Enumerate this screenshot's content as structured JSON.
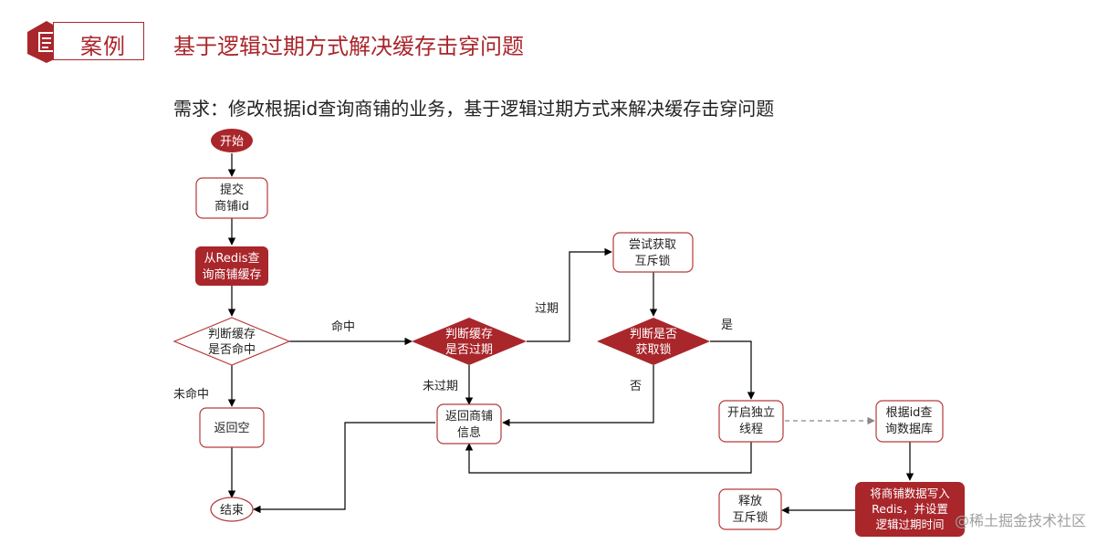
{
  "header": {
    "badge_label": "案例",
    "title": "基于逻辑过期方式解决缓存击穿问题"
  },
  "requirement": "需求：修改根据id查询商铺的业务，基于逻辑过期方式来解决缓存击穿问题",
  "nodes": {
    "start": [
      "开始"
    ],
    "submit": [
      "提交",
      "商铺id"
    ],
    "query_redis": [
      "从Redis查",
      "询商铺缓存"
    ],
    "check_hit": [
      "判断缓存",
      "是否命中"
    ],
    "check_expired": [
      "判断缓存",
      "是否过期"
    ],
    "try_lock": [
      "尝试获取",
      "互斥锁"
    ],
    "check_lock": [
      "判断是否",
      "获取锁"
    ],
    "return_null": [
      "返回空"
    ],
    "return_shop": [
      "返回商铺",
      "信息"
    ],
    "open_thread": [
      "开启独立",
      "线程"
    ],
    "query_db": [
      "根据id查",
      "询数据库"
    ],
    "write_redis": [
      "将商铺数据写入",
      "Redis，并设置",
      "逻辑过期时间"
    ],
    "release_lock": [
      "释放",
      "互斥锁"
    ],
    "end": [
      "结束"
    ]
  },
  "edge_labels": {
    "hit": "命中",
    "miss": "未命中",
    "expired": "过期",
    "not_expired": "未过期",
    "yes": "是",
    "no": "否"
  },
  "colors": {
    "accent": "#a9262b",
    "node_border": "#b83a3a",
    "line": "#000000",
    "dashed_line": "#888888"
  },
  "watermark": "@稀土掘金技术社区"
}
